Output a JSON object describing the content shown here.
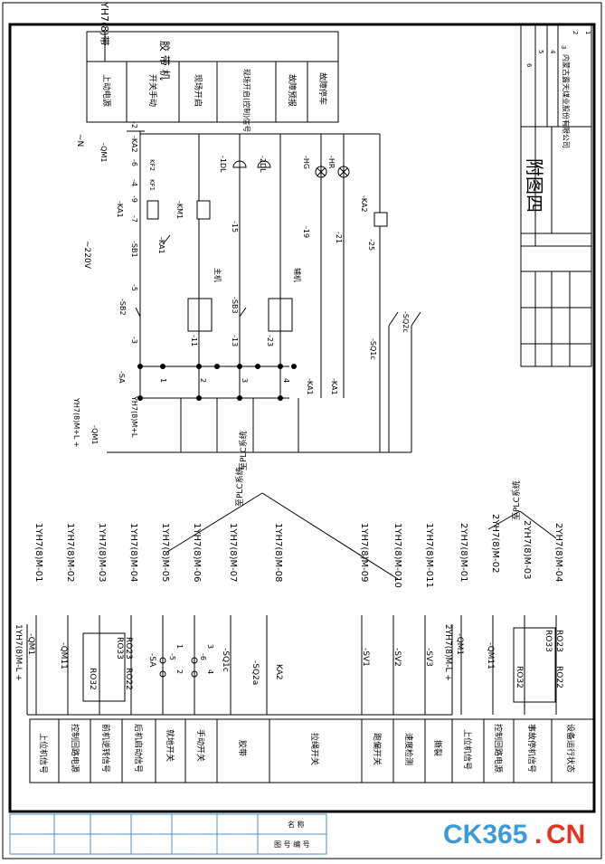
{
  "title_block": {
    "sheet_title": "附图四",
    "company": "内蒙古露天煤业股份有限公司",
    "rev_numbers": [
      "1",
      "2",
      "3",
      "4",
      "5",
      "6"
    ]
  },
  "top_header": {
    "device_label": "YH7(8)带",
    "machine_label": "胶      带      机",
    "columns": [
      "上动电源",
      "开关手动",
      "现场开启",
      "现场开启(控制)信号",
      "故障预报",
      "故障停车"
    ]
  },
  "upper_circuit": {
    "supply_n": "~N",
    "supply_v": "~220V",
    "labels": [
      "-QM1",
      "-2",
      "-KA2",
      "-6",
      "-4",
      "KF2",
      "KF1",
      "-9",
      "-7",
      "-KA1",
      "-KM1",
      "-SB1",
      "-KA1",
      "-5",
      "-SB2",
      "-3",
      "-11",
      "-13",
      "-SB3",
      "-15",
      "-19",
      "-23",
      "-21",
      "-25",
      "-KA2",
      "-1DL",
      "-2DL",
      "-HG",
      "-HR",
      "-SQ1c",
      "-SQ2c",
      "-SA",
      "-KA1",
      "-KA1",
      "YH7(8)M+L",
      "-QM1",
      "YH7(8)M+L +"
    ],
    "relay_labels": [
      "主机",
      "辅机"
    ],
    "switch_positions": [
      "1",
      "2",
      "3",
      "4"
    ],
    "plc_note": "至PLC系统"
  },
  "lower_circuit": {
    "bus_1": "1YH7(8)M-L +",
    "bus_2": "2YH7(8)M-L +",
    "group_1_terminals": [
      "1YH7(8)M-01",
      "1YH7(8)M-02",
      "1YH7(8)M-03",
      "1YH7(8)M-04",
      "1YH7(8)M-05",
      "1YH7(8)M-06",
      "1YH7(8)M-07",
      "1YH7(8)M-08",
      "1YH7(8)M-09",
      "1YH7(8)M-010",
      "1YH7(8)M-011"
    ],
    "group_2_terminals": [
      "2YH7(8)M-01",
      "2YH7(8)M-02",
      "2YH7(8)M-03",
      "2YH7(8)M-04"
    ],
    "components": [
      "-QM1",
      "-QM11",
      "RO33",
      "RO32",
      "RO23",
      "RO22",
      "-SA",
      "-5",
      "-6",
      "-SQ1c",
      "-SQ2a",
      "KA2",
      "-SV1",
      "-SV2",
      "-SV3",
      "-QM1",
      "-QM11",
      "RO33",
      "RO32",
      "RO23",
      "RO22"
    ],
    "contacts": [
      "1",
      "2",
      "3",
      "4"
    ],
    "plc_note_1": "至PLC系统",
    "plc_note_2": "至PLC系统"
  },
  "bottom_table": {
    "labels": [
      "上位机信号",
      "控制回路电源",
      "前机逆转信号",
      "后机启动信号",
      "就地开关",
      "手动开关",
      "胶带",
      "拉绳开关",
      "跑偏开关",
      "速度检测",
      "撕裂",
      "上位机信号",
      "控制回路电源",
      "事故停机信号",
      "设备运行状态"
    ]
  },
  "footer": {
    "row_1": "名 称",
    "row_2": "图 号 编 号"
  },
  "watermark": {
    "ck": "CK365",
    "dot": ".",
    "cn": "CN"
  }
}
